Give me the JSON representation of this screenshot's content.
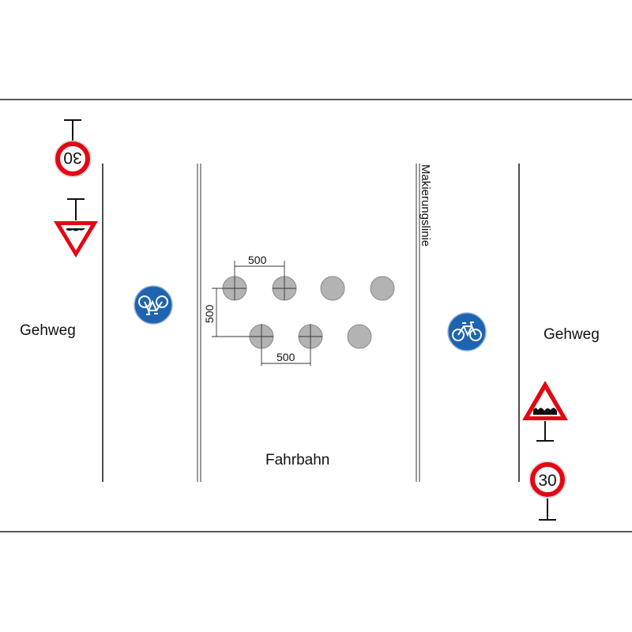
{
  "labels": {
    "left_sidewalk": "Gehweg",
    "right_sidewalk": "Gehweg",
    "roadway": "Fahrbahn",
    "marking_line": "Makierungslinie"
  },
  "dimensions": {
    "top_spacing": "500",
    "bottom_spacing": "500",
    "row_offset": "500"
  },
  "signs": {
    "speed_limit": "30"
  },
  "colors": {
    "sign_red": "#e30613",
    "sign_blue": "#1f64b0",
    "stud_gray": "#b3b3b3",
    "line": "#222222"
  },
  "icons": {
    "speed_limit": "speed-limit-30-icon",
    "yield_bumps": "yield-uneven-road-icon",
    "warning_bumps": "warning-uneven-road-icon",
    "bicycle": "bicycle-path-icon"
  }
}
